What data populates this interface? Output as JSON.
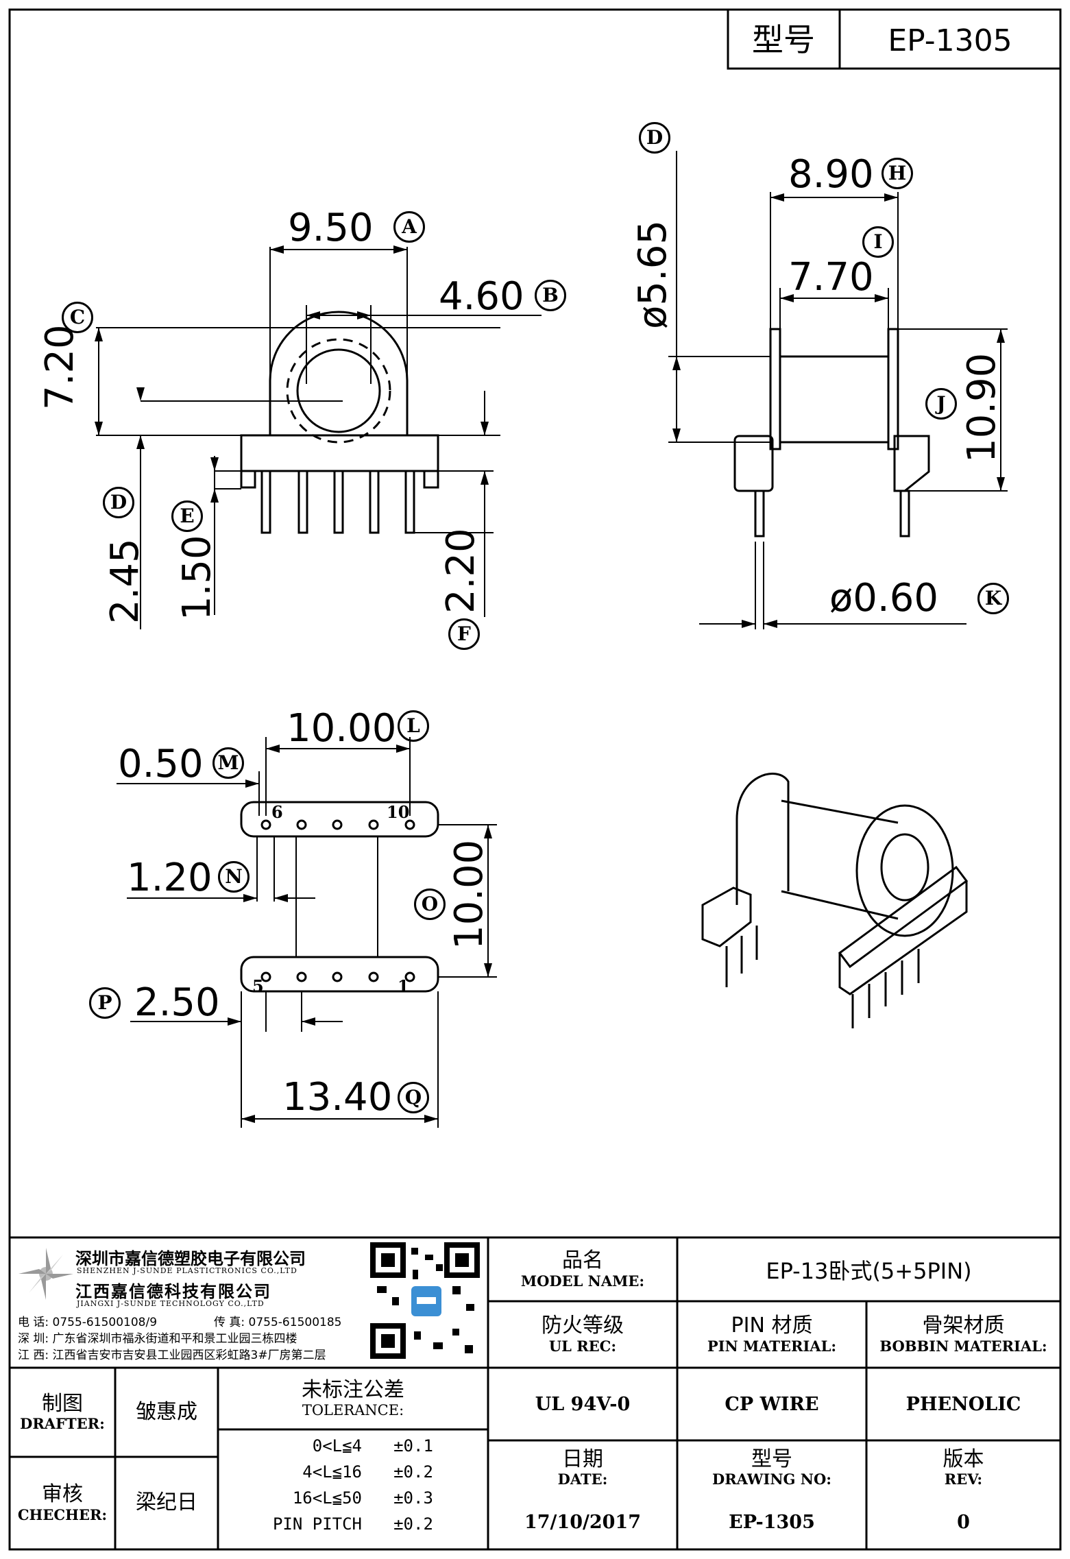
{
  "header": {
    "type_label": "型号",
    "type_value": "EP-1305"
  },
  "dims": {
    "A": {
      "value": "9.50",
      "letter": "A"
    },
    "B": {
      "value": "4.60",
      "letter": "B"
    },
    "C": {
      "value": "7.20",
      "letter": "C"
    },
    "D": {
      "value": "2.45",
      "letter": "D"
    },
    "E": {
      "value": "1.50",
      "letter": "E"
    },
    "F": {
      "value": "2.20",
      "letter": "F"
    },
    "D2": {
      "value": "ø5.65",
      "letter": "D"
    },
    "H": {
      "value": "8.90",
      "letter": "H"
    },
    "I": {
      "value": "7.70",
      "letter": "I"
    },
    "J": {
      "value": "10.90",
      "letter": "J"
    },
    "K": {
      "value": "ø0.60",
      "letter": "K"
    },
    "L": {
      "value": "10.00",
      "letter": "L"
    },
    "M": {
      "value": "0.50",
      "letter": "M"
    },
    "N": {
      "value": "1.20",
      "letter": "N"
    },
    "O": {
      "value": "10.00",
      "letter": "O"
    },
    "P": {
      "value": "2.50",
      "letter": "P"
    },
    "Q": {
      "value": "13.40",
      "letter": "Q"
    }
  },
  "pins": {
    "p6": "6",
    "p10": "10",
    "p5": "5",
    "p1": "1"
  },
  "company": {
    "name_sz": "深圳市嘉信德塑胶电子有限公司",
    "name_sz_en": "SHENZHEN J-SUNDE PLASTICTRONICS CO.,LTD",
    "name_jx": "江西嘉信德科技有限公司",
    "name_jx_en": "JIANGXI J-SUNDE TECHNOLOGY CO.,LTD",
    "phone": "电 话: 0755-61500108/9",
    "fax": "传 真: 0755-61500185",
    "addr_sz": "深 圳: 广东省深圳市福永街道和平和景工业园三栋四楼",
    "addr_jx": "江 西: 江西省吉安市吉安县工业园西区彩虹路3#厂房第二层"
  },
  "title_block": {
    "model_name_cn": "品名",
    "model_name_en": "MODEL NAME:",
    "model_name_value": "EP-13卧式(5+5PIN)",
    "ul_cn": "防火等级",
    "ul_en": "UL REC:",
    "ul_value": "UL 94V-0",
    "pin_cn": "PIN 材质",
    "pin_en": "PIN MATERIAL:",
    "pin_value": "CP WIRE",
    "bobbin_cn": "骨架材质",
    "bobbin_en": "BOBBIN MATERIAL:",
    "bobbin_value": "PHENOLIC",
    "drafter_cn": "制图",
    "drafter_en": "DRAFTER:",
    "drafter_value": "皱惠成",
    "checker_cn": "审核",
    "checker_en": "CHECHER:",
    "checker_value": "梁纪日",
    "tol_cn": "未标注公差",
    "tol_en": "TOLERANCE:",
    "tol_rows": [
      {
        "range": "0<L≦4",
        "tol": "±0.1"
      },
      {
        "range": "4<L≦16",
        "tol": "±0.2"
      },
      {
        "range": "16<L≦50",
        "tol": "±0.3"
      },
      {
        "range": "PIN PITCH",
        "tol": "±0.2"
      }
    ],
    "date_cn": "日期",
    "date_en": "DATE:",
    "date_value": "17/10/2017",
    "dwg_cn": "型号",
    "dwg_en": "DRAWING NO:",
    "dwg_value": "EP-1305",
    "rev_cn": "版本",
    "rev_en": "REV:",
    "rev_value": "0"
  },
  "colors": {
    "ink": "#000000",
    "qr_accent": "#3b8fd4"
  }
}
